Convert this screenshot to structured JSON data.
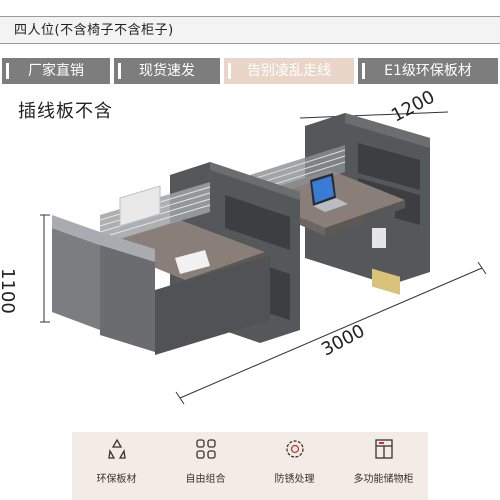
{
  "header": {
    "title": "四人位(不含椅子不含柜子)"
  },
  "tags": [
    {
      "label": "厂家直销",
      "highlight": false
    },
    {
      "label": "现货速发",
      "highlight": false
    },
    {
      "label": "告别凌乱走线",
      "highlight": true
    },
    {
      "label": "E1级环保板材",
      "highlight": false
    }
  ],
  "note": "插线板不含",
  "dimensions": {
    "depth": "1200",
    "height": "1100",
    "length": "3000"
  },
  "features": [
    {
      "label": "环保板材",
      "icon": "recycle-icon"
    },
    {
      "label": "自由组合",
      "icon": "grid-icon"
    },
    {
      "label": "防锈处理",
      "icon": "shield-gear-icon"
    },
    {
      "label": "多功能储物柜",
      "icon": "cabinet-icon"
    }
  ],
  "colors": {
    "tag_bg": "#7d7d7d",
    "tag_highlight_bg": "#e9d6c8",
    "feature_bg": "#f3ebe5",
    "frame_dark": "#4a4c4f",
    "desktop": "#8a7f78"
  }
}
